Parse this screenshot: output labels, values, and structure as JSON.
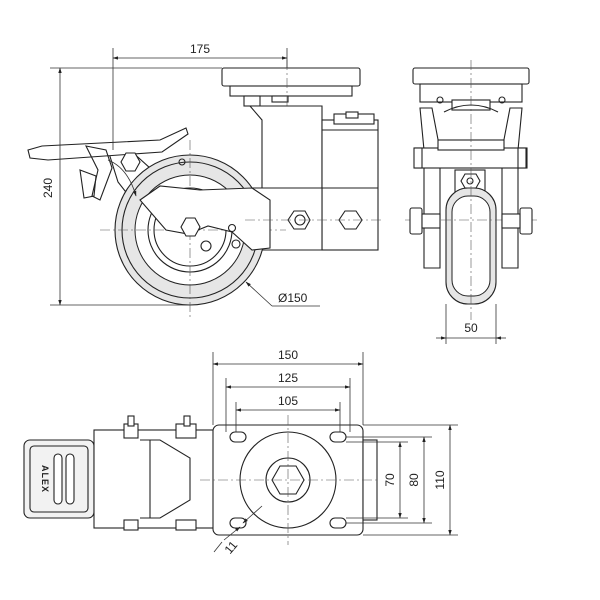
{
  "drawing": {
    "brand": "ALEX",
    "dimensions": {
      "offset": "175",
      "height": "240",
      "wheel_diameter": "Ø150",
      "wheel_width": "50",
      "plate_length": "150",
      "hole_spacing_outer": "125",
      "hole_spacing_inner": "105",
      "plate_width": "110",
      "hole_spacing_width_outer": "80",
      "hole_spacing_width_inner": "70",
      "hole_diameter": "11"
    }
  }
}
